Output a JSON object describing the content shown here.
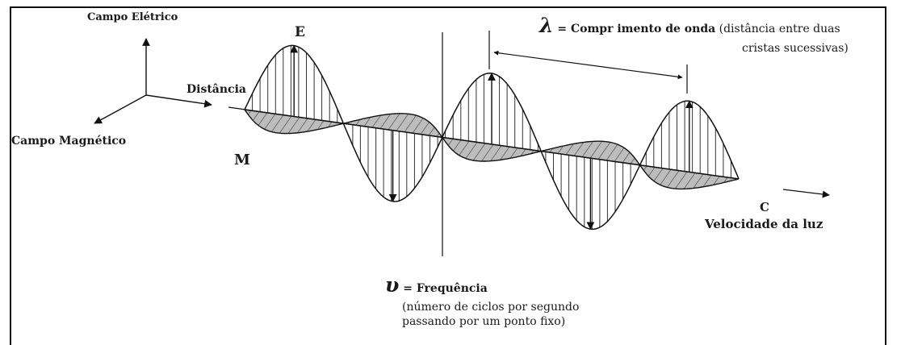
{
  "axes": {
    "electric_field": "Campo Elétrico",
    "distance": "Distância",
    "magnetic_field": "Campo Magnético"
  },
  "wave": {
    "electric_label": "E",
    "magnetic_label": "M",
    "speed_symbol": "C",
    "speed_label": "Velocidade da luz"
  },
  "wavelength": {
    "symbol": "λ",
    "equals_text": " = Compr imento de onda",
    "note_line1": " (distância entre duas",
    "note_line2": "cristas sucessivas)"
  },
  "frequency": {
    "symbol": "υ",
    "equals_text": " = Frequência",
    "note_line1": "(número de ciclos por  segundo",
    "note_line2": "passando por um ponto fixo)"
  }
}
